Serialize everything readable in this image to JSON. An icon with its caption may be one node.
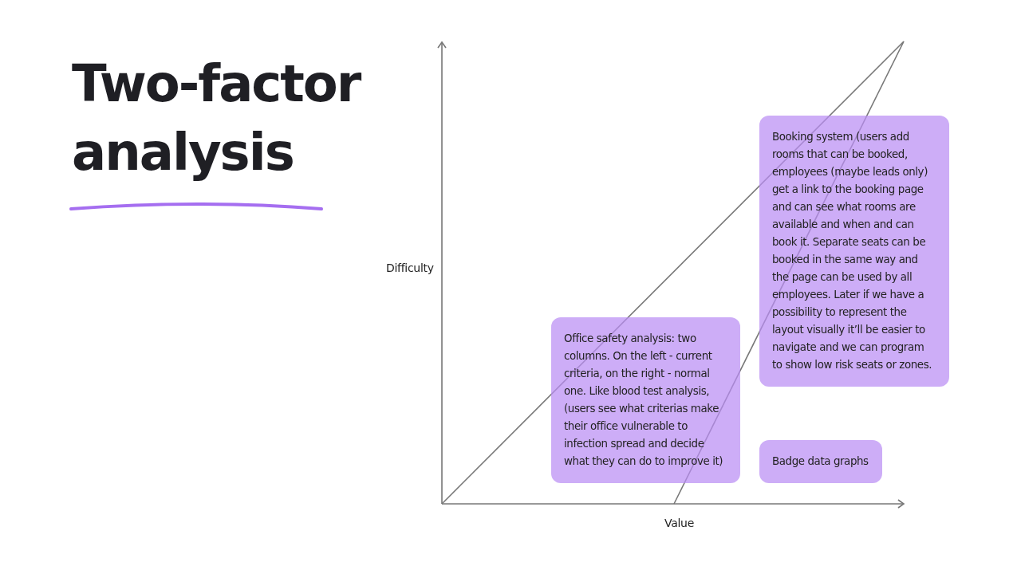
{
  "diagram": {
    "title": "Two-factor analysis",
    "nodes": [
      {
        "text": [
          "Booking system (users add rooms that can be booked, employees (maybe leads only) get a link to the booking page and can see what rooms are available and when and can book it. Separate seats can be booked in the same way and the page can be used by all employees. Later if we have a possibility to represent the layout visually it’ll be easier to navigate and we can program to show low risk seats or zones."
        ]
      },
      {
        "text": [
          "Office safety analysis: two columns. On the left - current criteria, on the right - normal one. Like blood test analysis, (users see what criterias make their office vulnerable to infection spread and decide what they can do to improve it)"
        ]
      },
      {
        "text": [
          "Badge data graphs"
        ]
      }
    ],
    "labels": [
      "Difficulty",
      "Value"
    ]
  }
}
